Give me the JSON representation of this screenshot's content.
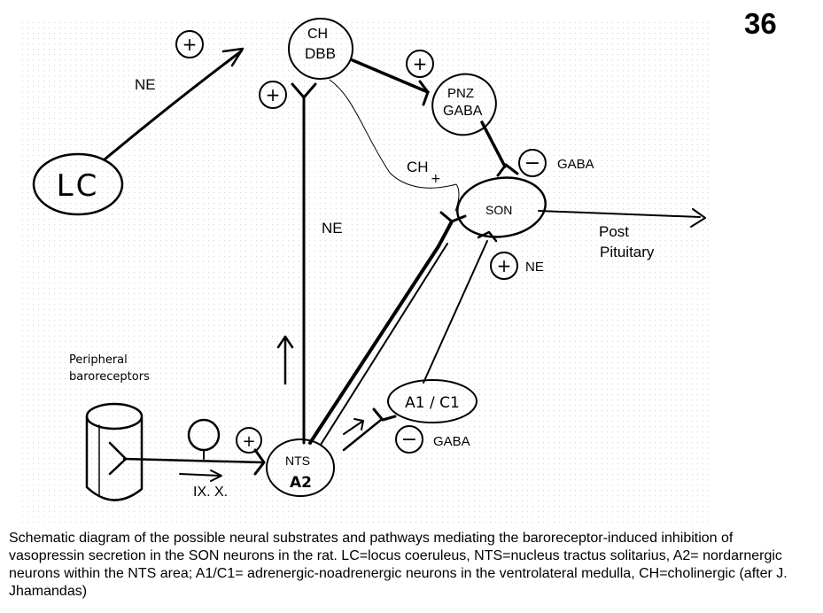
{
  "slide_number": "36",
  "labels": {
    "ne_lc": "NE",
    "ch_dbb_1": "CH",
    "ch_dbb_2": "DBB",
    "pnz_1": "PNZ",
    "pnz_2": "GABA",
    "gaba_son": "GABA",
    "ch": "CH",
    "son": "SON",
    "ne_central": "NE",
    "post_1": "Post",
    "post_2": "Pituitary",
    "ne_son": "NE",
    "lc": "LC",
    "peripheral_1": "Peripheral",
    "peripheral_2": "baroreceptors",
    "a1c1": "A1 / C1",
    "gaba_a1": "GABA",
    "nts_1": "NTS",
    "nts_2": "A2",
    "ixx": "IX. X.",
    "plus": "+",
    "minus": "−"
  },
  "caption": "Schematic diagram of the possible neural substrates and pathways mediating the baroreceptor-induced inhibition of vasopressin secretion in the SON neurons in the rat. LC=locus coeruleus, NTS=nucleus tractus solitarius, A2= nordarnergic neurons within the NTS area; A1/C1= adrenergic-noadrenergic neurons in the ventrolateral medulla, CH=cholinergic (after J. Jhamandas)"
}
